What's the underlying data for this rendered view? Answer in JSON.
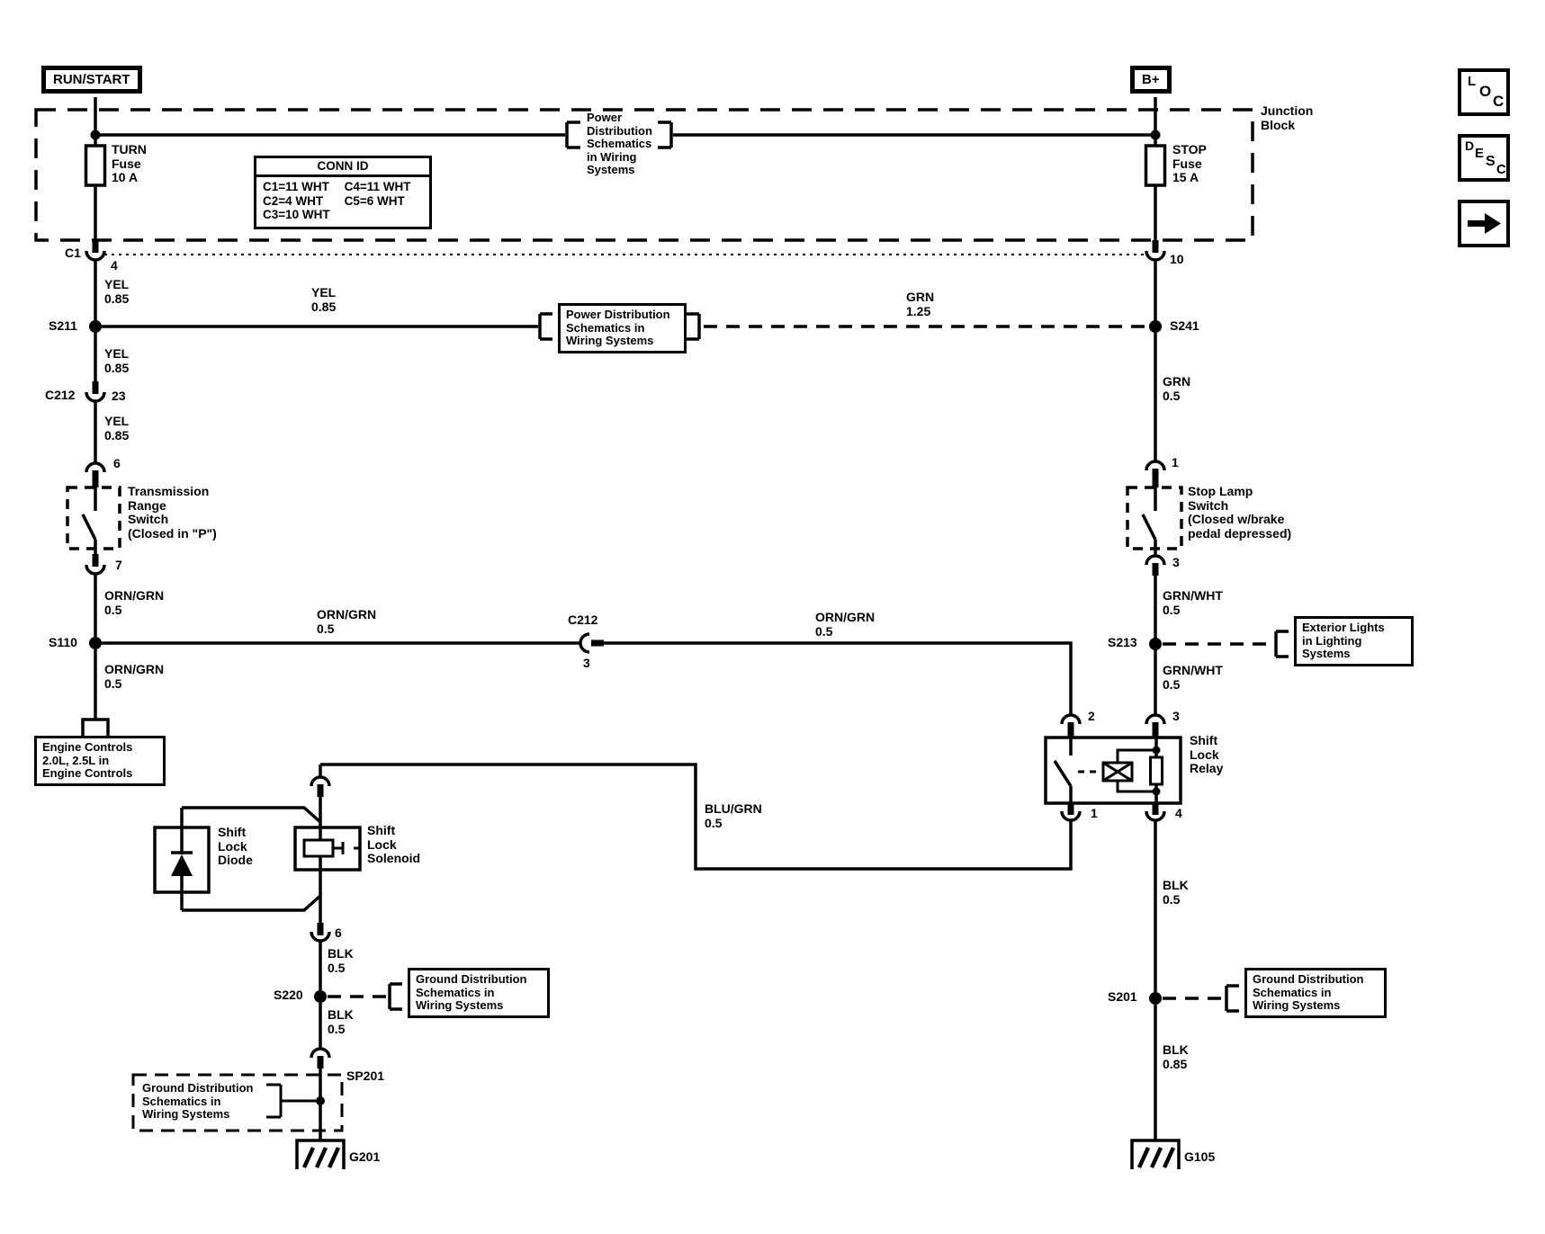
{
  "colors": {
    "ink": "#000000",
    "paper": "#ffffff"
  },
  "ports": {
    "run_start": "RUN/START",
    "b_plus": "B+"
  },
  "junction_block": {
    "label": "Junction\nBlock"
  },
  "fuses": {
    "turn": {
      "label": "TURN\nFuse\n10 A"
    },
    "stop": {
      "label": "STOP\nFuse\n15 A"
    }
  },
  "conn_id_table": {
    "title": "CONN ID",
    "col1": [
      "C1=11 WHT",
      "C2=4 WHT",
      "C3=10 WHT"
    ],
    "col2": [
      "C4=11 WHT",
      "C5=6 WHT"
    ]
  },
  "notes": {
    "power_distribution_inline": "Power\nDistribution\nSchematics\nin Wiring\nSystems",
    "power_distribution_box": "Power Distribution\nSchematics in\nWiring Systems",
    "exterior_lights_box": "Exterior Lights\nin Lighting\nSystems",
    "ground_distribution_box": "Ground Distribution\nSchematics in\nWiring Systems",
    "engine_controls_box": "Engine Controls\n2.0L, 2.5L in\nEngine Controls"
  },
  "connectors": {
    "c1": {
      "name": "C1",
      "pin": "4"
    },
    "jb_pin10": {
      "pin": "10"
    },
    "c212_left": {
      "name": "C212",
      "pin": "23"
    },
    "trs_pin_in": {
      "pin": "6"
    },
    "trs_pin_out": {
      "pin": "7"
    },
    "c212_mid": {
      "name": "C212",
      "pin": "3"
    },
    "sls_pin_in": {
      "pin": "1"
    },
    "sls_pin_out": {
      "pin": "3"
    },
    "relay_pin2": {
      "pin": "2"
    },
    "relay_pin3": {
      "pin": "3"
    },
    "relay_pin1": {
      "pin": "1"
    },
    "relay_pin4": {
      "pin": "4"
    },
    "solenoid_pin_out": {
      "pin": "6"
    }
  },
  "splices": {
    "s211": "S211",
    "s241": "S241",
    "s110": "S110",
    "s213": "S213",
    "s220": "S220",
    "s201": "S201",
    "sp201": "SP201"
  },
  "grounds": {
    "g201": "G201",
    "g105": "G105"
  },
  "components": {
    "transmission_range_switch": "Transmission\nRange\nSwitch\n(Closed in \"P\")",
    "stop_lamp_switch": "Stop Lamp\nSwitch\n(Closed w/brake\npedal depressed)",
    "shift_lock_relay": "Shift\nLock\nRelay",
    "shift_lock_diode": "Shift\nLock\nDiode",
    "shift_lock_solenoid": "Shift\nLock\nSolenoid"
  },
  "wire_labels": {
    "yel_c1": "YEL\n0.85",
    "yel_s211_run": "YEL\n0.85",
    "yel_s211_c212": "YEL\n0.85",
    "yel_c212_switch": "YEL\n0.85",
    "grn_s241_run": "GRN\n1.25",
    "grn_s241_switch": "GRN\n0.5",
    "orn_grn_switch_s110": "ORN/GRN\n0.5",
    "orn_grn_s110_run": "ORN/GRN\n0.5",
    "orn_grn_s110_engine": "ORN/GRN\n0.5",
    "orn_grn_run_relay": "ORN/GRN\n0.5",
    "grn_wht_switch_s213": "GRN/WHT\n0.5",
    "grn_wht_s213_relay": "GRN/WHT\n0.5",
    "blu_grn_relay_solenoid": "BLU/GRN\n0.5",
    "blk_solenoid_s220": "BLK\n0.5",
    "blk_s220_sp201": "BLK\n0.5",
    "blk_relay_s201": "BLK\n0.5",
    "blk_s201_g105": "BLK\n0.85"
  },
  "toolbar": {
    "loc": [
      "L",
      "O",
      "C"
    ],
    "desc": [
      "D",
      "E",
      "S",
      "C"
    ]
  }
}
